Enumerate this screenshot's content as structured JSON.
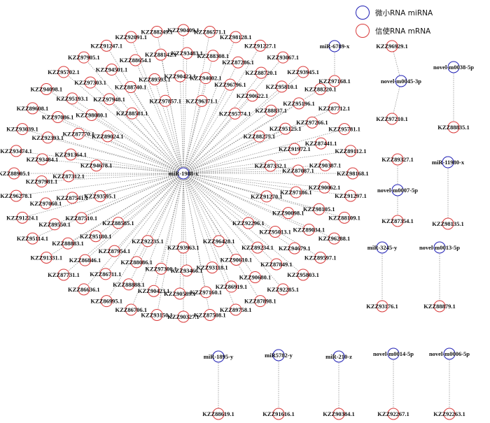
{
  "legend": {
    "mirna_label": "微小RNA miRNA",
    "mrna_label": "信使RNA mRNA",
    "mirna_color": "#1f1fb4",
    "mrna_color": "#d93a3a"
  },
  "hub": {
    "label": "miR-1988-x"
  },
  "hub_targets": [
    "KZZ90409.1",
    "KZZ86571.1",
    "KZZ98128.1",
    "KZZ91227.1",
    "KZZ93067.1",
    "KZZ93945.1",
    "KZZ88220.1",
    "KZZ87712.1",
    "KZZ95781.1",
    "KZZ89112.1",
    "KZZ98168.1",
    "KZZ91297.1",
    "KZZ88109.1",
    "KZZ96288.1",
    "KZZ89597.1",
    "KZZ95803.1",
    "KZZ92285.1",
    "KZZ87898.1",
    "KZZ89758.1",
    "KZZ87508.1",
    "KZZ90327.1",
    "KZZ93150.1",
    "KZZ86706.1",
    "KZZ86995.1",
    "KZZ86636.1",
    "KZZ87731.1",
    "KZZ91331.1",
    "KZZ95114.1",
    "KZZ91224.1",
    "KZZ96278.1",
    "KZZ88905.1",
    "KZZ93474.1",
    "KZZ93039.1",
    "KZZ89608.1",
    "KZZ94098.1",
    "KZZ95702.1",
    "KZZ97905.1",
    "KZZ91247.1",
    "KZZ92091.1",
    "KZZ88249.1",
    "KZZ88308.1",
    "KZZ87286.1",
    "KZZ88720.1",
    "KZZ95810.1",
    "KZZ95196.1",
    "KZZ97266.1",
    "KZZ87441.1",
    "KZZ90387.1",
    "KZZ90062.1",
    "KZZ98105.1",
    "KZZ89034.1",
    "KZZ94679.1",
    "KZZ87849.1",
    "KZZ90680.1",
    "KZZ86919.1",
    "KZZ97160.1",
    "KZZ90589.1",
    "KZZ90423.1",
    "KZZ88888.1",
    "KZZ86711.1",
    "KZZ86846.1",
    "KZZ88883.1",
    "KZZ89550.1",
    "KZZ97060.1",
    "KZZ97981.1",
    "KZZ93484.1",
    "KZZ92393.1",
    "KZZ97086.1",
    "KZZ95193.1",
    "KZZ97303.1",
    "KZZ94501.1",
    "KZZ88654.1",
    "KZZ88142.1",
    "KZZ93483.1",
    "KZZ96796.1",
    "KZZ90622.1",
    "KZZ88837.1",
    "KZZ95125.1",
    "KZZ91972.1",
    "KZZ87087.1",
    "KZZ97186.1",
    "KZZ90098.1",
    "KZZ95013.1",
    "KZZ89234.1",
    "KZZ90610.1",
    "KZZ93118.1",
    "KZZ93466.1",
    "KZZ97300.1",
    "KZZ88086.1",
    "KZZ87954.1",
    "KZZ95180.1",
    "KZZ87510.1",
    "KZZ87541.1",
    "KZZ87312.1",
    "KZZ91364.1",
    "KZZ87770.1",
    "KZZ98080.1",
    "KZZ97948.1",
    "KZZ88740.1",
    "KZZ89593.1",
    "KZZ90422.1",
    "KZZ94002.1",
    "KZZ95774.1",
    "KZZ88275.1",
    "KZZ87332.1",
    "KZZ91270.1",
    "KZZ92296.1",
    "KZZ96428.1",
    "KZZ93963.1",
    "KZZ92235.1",
    "KZZ88585.1",
    "KZZ93595.1",
    "KZZ94678.1",
    "KZZ89024.1",
    "KZZ88581.1",
    "KZZ97857.1",
    "KZZ96371.1"
  ],
  "pairs": [
    {
      "mirna": "miR-6789-x",
      "mrna": "KZZ97168.1"
    },
    {
      "mirna": "novel-m0045-3p",
      "mrna": "KZZ96929.1"
    },
    {
      "mirna": "novel-m0045-3p",
      "mrna": "KZZ97210.1"
    },
    {
      "mirna": "novel-m0038-5p",
      "mrna": "KZZ88835.1"
    },
    {
      "mirna": "novel-m0007-5p",
      "mrna": "KZZ89327.1"
    },
    {
      "mirna": "novel-m0007-5p",
      "mrna": "KZZ87354.1"
    },
    {
      "mirna": "miR-11980-x",
      "mrna": "KZZ98135.1"
    },
    {
      "mirna": "miR-3245-y",
      "mrna": "KZZ93176.1"
    },
    {
      "mirna": "novel-m0013-5p",
      "mrna": "KZZ88879.1"
    },
    {
      "mirna": "miR-1895-y",
      "mrna": "KZZ88619.1"
    },
    {
      "mirna": "miR5782-y",
      "mrna": "KZZ91616.1"
    },
    {
      "mirna": "miR-210-z",
      "mrna": "KZZ90384.1"
    },
    {
      "mirna": "novel-m0014-5p",
      "mrna": "KZZ92267.1"
    },
    {
      "mirna": "novel-m0006-5p",
      "mrna": "KZZ92263.1"
    }
  ]
}
